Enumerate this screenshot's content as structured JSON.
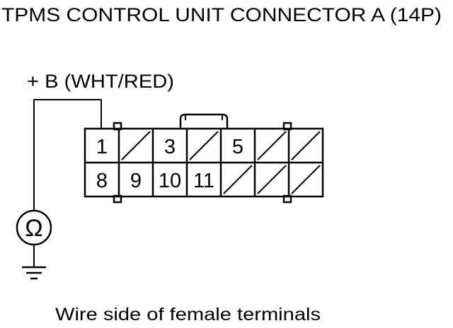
{
  "title": "TPMS CONTROL UNIT CONNECTOR A (14P)",
  "wire_label": "+ B (WHT/RED)",
  "ohmmeter_symbol": "Ω",
  "caption": "Wire side of female terminals",
  "connector": {
    "top_row": [
      "1",
      "",
      "3",
      "",
      "5",
      "",
      ""
    ],
    "bottom_row": [
      "8",
      "9",
      "10",
      "11",
      "",
      "",
      ""
    ]
  }
}
